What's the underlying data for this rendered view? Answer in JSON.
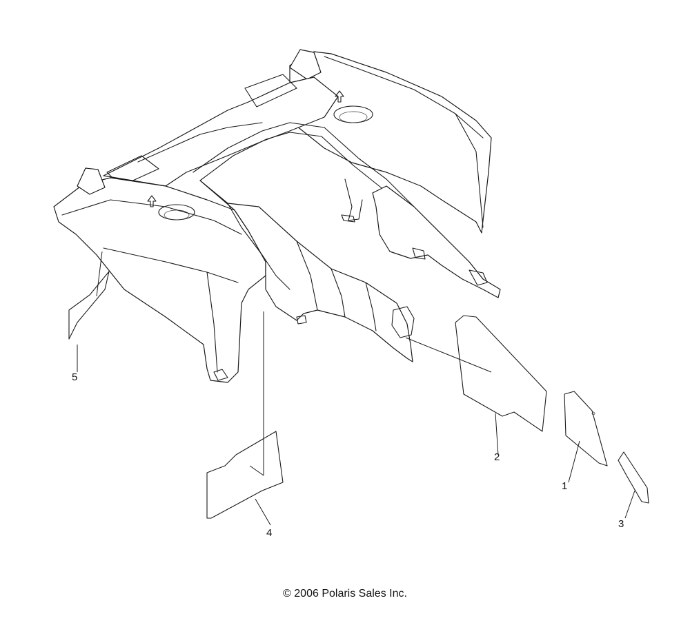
{
  "callouts": [
    {
      "id": "1",
      "label": "1"
    },
    {
      "id": "2",
      "label": "2"
    },
    {
      "id": "3",
      "label": "3"
    },
    {
      "id": "4",
      "label": "4"
    },
    {
      "id": "5",
      "label": "5"
    }
  ],
  "footer": {
    "copyright": "© 2006 Polaris Sales Inc."
  }
}
